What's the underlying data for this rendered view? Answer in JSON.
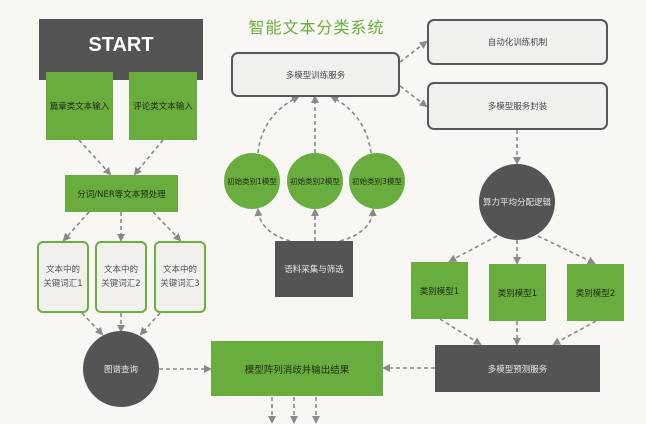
{
  "title": "智能文本分类系统",
  "colors": {
    "green": "#69ad3f",
    "dark": "#545454",
    "light": "#f1f0ec",
    "arrow": "#8a8a8a",
    "title": "#6ab040"
  },
  "nodes": {
    "start": "START",
    "input_article": "篇章类文本输入",
    "input_comment": "评论类文本输入",
    "preprocess": "分词/NER等文本预处理",
    "keyword1": "文本中的关键词汇1",
    "keyword2": "文本中的关键词汇2",
    "keyword3": "文本中的关键词汇3",
    "graph_query": "图谱查询",
    "model_array": "模型阵列消歧并输出结果",
    "multi_train": "多模型训练服务",
    "init_model1": "初始类别1模型",
    "init_model2": "初始类别2模型",
    "init_model3": "初始类别3模型",
    "corpus": "语料采集与筛选",
    "auto_train": "自动化训练机制",
    "service_pack": "多模型服务封装",
    "compute_alloc": "算力平均分配逻辑",
    "class_model_a": "类别模型1",
    "class_model_b": "类别模型1",
    "class_model_c": "类别模型2",
    "multi_predict": "多模型预测服务"
  }
}
